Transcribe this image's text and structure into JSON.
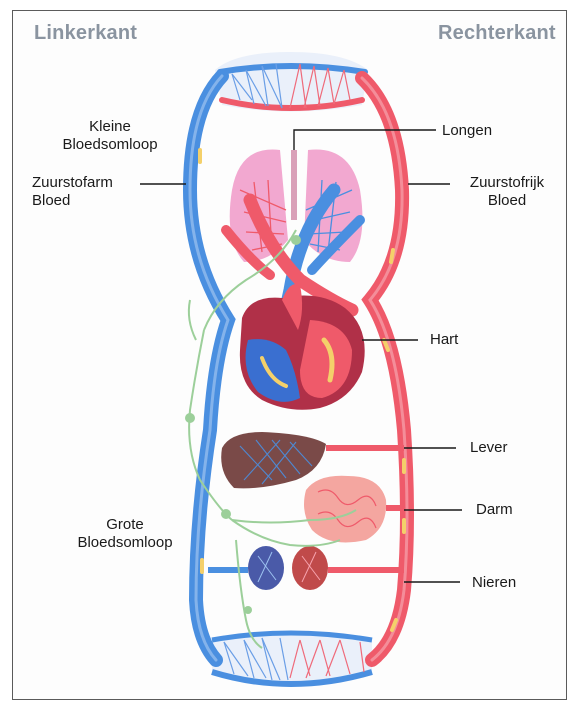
{
  "titles": {
    "left": "Linkerkant",
    "right": "Rechterkant"
  },
  "labels": {
    "kleine_1": "Kleine",
    "kleine_2": "Bloedsomloop",
    "zuurstofarm_1": "Zuurstofarm",
    "zuurstofarm_2": "Bloed",
    "longen": "Longen",
    "zuurstofrijk_1": "Zuurstofrijk",
    "zuurstofrijk_2": "Bloed",
    "hart": "Hart",
    "lever": "Lever",
    "darm": "Darm",
    "grote_1": "Grote",
    "grote_2": "Bloedsomloop",
    "nieren": "Nieren"
  },
  "colors": {
    "deoxygenated": "#4a8fe0",
    "oxygenated": "#ef5a6a",
    "lungs": "#f2a8d0",
    "heart": "#b03048",
    "liver": "#7a4a48",
    "lymph": "#9ccf9a",
    "frame": "#5a5a5a"
  }
}
